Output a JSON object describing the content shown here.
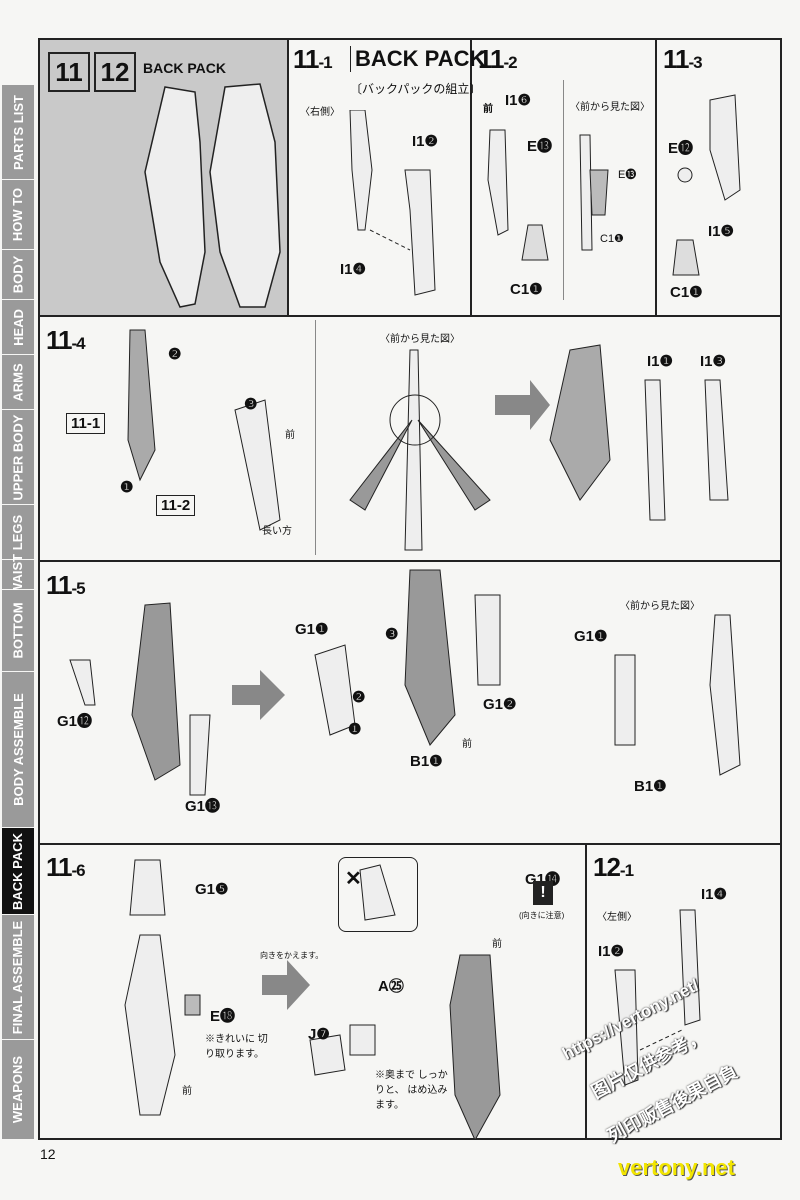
{
  "sidebar": [
    "PARTS LIST",
    "HOW TO",
    "BODY",
    "HEAD",
    "ARMS",
    "UPPER BODY",
    "LEGS",
    "WAIST",
    "BOTTOM",
    "BODY ASSEMBLE",
    "BACK PACK",
    "FINAL ASSEMBLE",
    "WEAPONS"
  ],
  "active_tab": "BACK PACK",
  "header": {
    "num1": "11",
    "num2": "12",
    "title": "BACK PACK"
  },
  "s11_1": {
    "step": "11",
    "sub": "-1",
    "title": "BACK PACK",
    "subtitle": "〔バックパックの組立〕",
    "side": "〈右側〉",
    "parts": [
      "I1❷",
      "I1❹"
    ]
  },
  "s11_2": {
    "step": "11",
    "sub": "-2",
    "front": "前",
    "front_view": "〈前から見た図〉",
    "parts": [
      "I1❻",
      "E⓭",
      "C1❶",
      "E⓭",
      "C1❶"
    ]
  },
  "s11_3": {
    "step": "11",
    "sub": "-3",
    "parts": [
      "E⓬",
      "I1❺",
      "C1❶"
    ]
  },
  "s11_4": {
    "step": "11",
    "sub": "-4",
    "ref1": "11-1",
    "ref2": "11-2",
    "front": "前",
    "long": "長い方",
    "front_view": "〈前から見た図〉",
    "nums": [
      "❶",
      "❷",
      "❸"
    ],
    "parts": [
      "I1❶",
      "I1❸"
    ]
  },
  "s11_5": {
    "step": "11",
    "sub": "-5",
    "front": "前",
    "front_view": "〈前から見た図〉",
    "parts": [
      "G1⓬",
      "G1⓭",
      "G1❶",
      "G1❷",
      "B1❶",
      "G1❶",
      "B1❶"
    ],
    "nums": [
      "❶",
      "❷",
      "❸"
    ]
  },
  "s11_6": {
    "step": "11",
    "sub": "-6",
    "parts": [
      "G1❺",
      "E⓲",
      "G1⓮",
      "A㉕",
      "J❼"
    ],
    "note_cut": "※きれいに 切り取ります。",
    "front": "前",
    "turn": "向きをかえます。",
    "caution": "(向きに注意)",
    "note_insert": "※奥まで しっかりと、 はめ込みます。",
    "wrong": "✕"
  },
  "s12_1": {
    "step": "12",
    "sub": "-1",
    "side": "〈左側〉",
    "parts": [
      "I1❹",
      "I1❷"
    ]
  },
  "page_number": "12",
  "watermark": {
    "url": "https://vertony.net/",
    "line1": "图片仅供参考，",
    "line2": "列印贩售後果自負",
    "footer": "vertony.net"
  }
}
